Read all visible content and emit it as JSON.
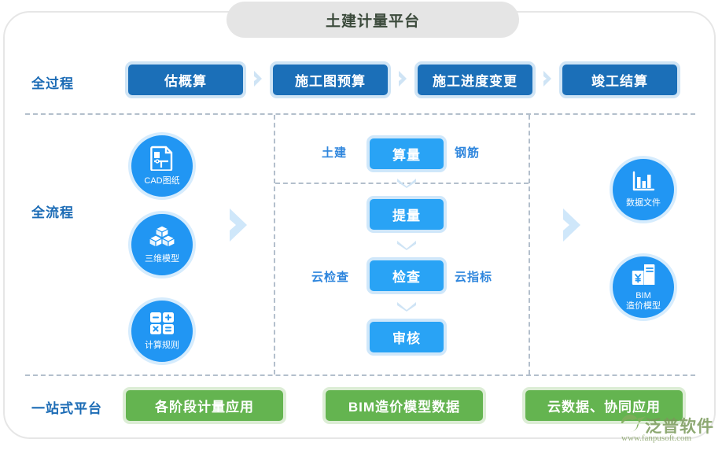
{
  "header": {
    "title": "土建计量平台"
  },
  "rows": {
    "process": {
      "label": "全过程",
      "stages": [
        {
          "label": "估概算"
        },
        {
          "label": "施工图预算"
        },
        {
          "label": "施工进度变更"
        },
        {
          "label": "竣工结算"
        }
      ],
      "separator_icon": "chevron-right-icon"
    },
    "workflow": {
      "label": "全流程",
      "inputs": [
        {
          "label": "CAD图纸",
          "icon": "blueprint-document-icon"
        },
        {
          "label": "三维模型",
          "icon": "cubes-3d-icon"
        },
        {
          "label": "计算规则",
          "icon": "calculator-icon"
        }
      ],
      "arrow_left_icon": "chevron-right-large-icon",
      "arrow_right_icon": "chevron-right-large-icon",
      "steps": [
        {
          "label": "算量",
          "left": "土建",
          "right": "钢筋"
        },
        {
          "label": "提量",
          "left": "",
          "right": ""
        },
        {
          "label": "检查",
          "left": "云检查",
          "right": "云指标"
        },
        {
          "label": "审核",
          "left": "",
          "right": ""
        }
      ],
      "step_connector_icon": "chevron-down-icon",
      "outputs": [
        {
          "label": "数据文件",
          "icon": "bar-chart-icon"
        },
        {
          "label": "BIM\n造价模型",
          "icon": "building-cost-icon"
        }
      ]
    },
    "platform": {
      "label": "一站式平台",
      "items": [
        {
          "label": "各阶段计量应用"
        },
        {
          "label": "BIM造价模型数据"
        },
        {
          "label": "云数据、协同应用"
        }
      ]
    }
  },
  "watermark": {
    "brand": "泛普软件",
    "url": "www.fanpusoft.com",
    "icon": "swoosh-logo-icon"
  },
  "colors": {
    "frame_border": "#e6e6e6",
    "title_bg": "#e5e5e5",
    "stage_blue": "#1b6fb8",
    "flow_blue": "#29a3f5",
    "circle_blue": "#2196f3",
    "green": "#64b450",
    "label_blue": "#1b6bb5",
    "dash_gray": "#b3bfcc"
  }
}
